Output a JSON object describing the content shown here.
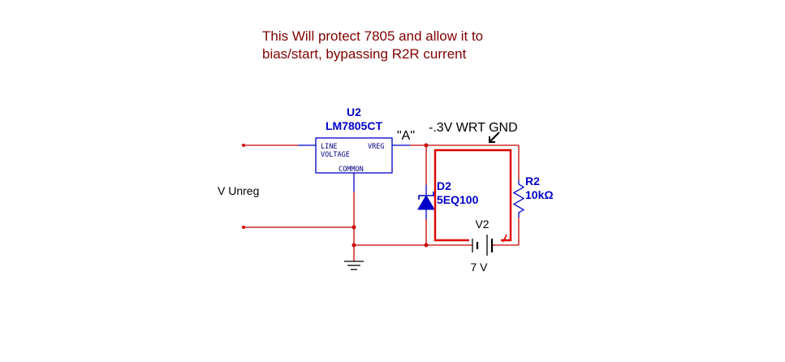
{
  "note": {
    "line1": "This Will protect 7805 and allow it to",
    "line2": "bias/start, bypassing R2R current"
  },
  "regulator": {
    "ref": "U2",
    "part": "LM7805CT",
    "pin_line": "LINE",
    "pin_voltage": "VOLTAGE",
    "pin_vreg": "VREG",
    "pin_common": "COMMON"
  },
  "node_a_label": "\"A\"",
  "wrt_label": "-.3V WRT GND",
  "input_label": "V Unreg",
  "diode": {
    "ref": "D2",
    "part": "5EQ100"
  },
  "resistor": {
    "ref": "R2",
    "value": "10kΩ"
  },
  "battery": {
    "ref": "V2",
    "value": "7 V"
  },
  "colors": {
    "wire": "#cc0000",
    "component": "#0000c8",
    "note_text": "#800000",
    "current_loop": "#e00000"
  },
  "icons": [
    "ground-icon",
    "zener-diode-icon",
    "resistor-icon",
    "battery-icon",
    "arrow-icon"
  ]
}
